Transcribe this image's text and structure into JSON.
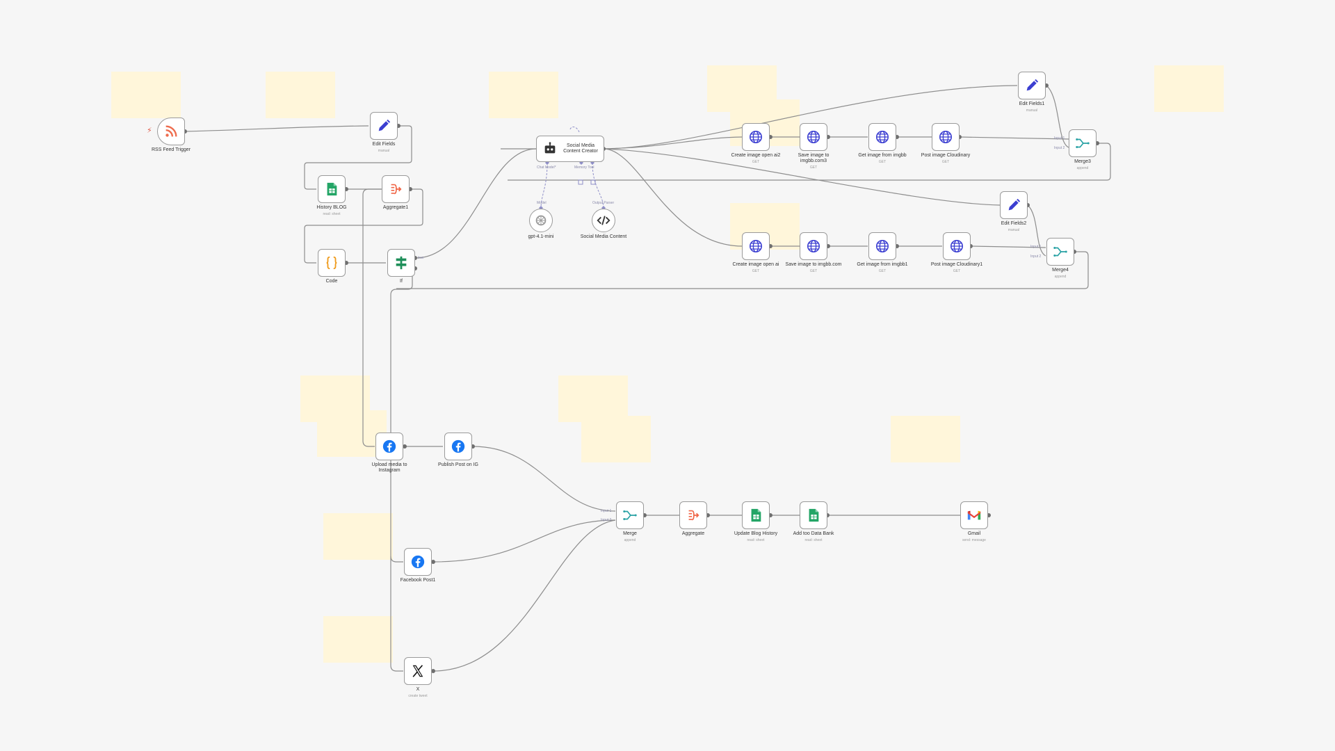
{
  "colors": {
    "canvas_bg": "#f6f6f6",
    "sticky": "#fff6da",
    "edge": "#8d8d8d",
    "ai_edge": "#8f8fc8"
  },
  "nodes": {
    "rss_trigger": {
      "label": "RSS Feed Trigger",
      "icon": "rss-icon"
    },
    "edit_fields": {
      "label": "Edit Fields",
      "sub": "manual",
      "icon": "pencil-icon"
    },
    "history_blog": {
      "label": "History BLOG",
      "sub": "read: sheet",
      "icon": "google-sheets-icon"
    },
    "aggregate1": {
      "label": "Aggregate1",
      "icon": "aggregate-icon"
    },
    "code": {
      "label": "Code",
      "icon": "braces-icon"
    },
    "if": {
      "label": "If",
      "icon": "if-icon"
    },
    "smcc": {
      "label": "Social Media Content Creator",
      "icon": "robot-icon"
    },
    "gpt": {
      "label": "gpt-4.1-mini",
      "icon": "openai-icon"
    },
    "smc": {
      "label": "Social Media Content",
      "icon": "code-icon"
    },
    "create_image_ai2": {
      "label": "Create image open ai2",
      "sub": "GET",
      "icon": "globe-icon"
    },
    "save_imgbb3": {
      "label": "Save image to imgbb.com3",
      "sub": "GET",
      "icon": "globe-icon"
    },
    "get_imgbb": {
      "label": "Get image from imgbb",
      "sub": "GET",
      "icon": "globe-icon"
    },
    "post_cloudinary": {
      "label": "Post image Cloudinary",
      "sub": "GET",
      "icon": "globe-icon"
    },
    "edit_fields1": {
      "label": "Edit Fields1",
      "sub": "manual",
      "icon": "pencil-icon"
    },
    "merge3": {
      "label": "Merge3",
      "sub": "append",
      "icon": "merge-icon"
    },
    "create_image_ai": {
      "label": "Create image open ai",
      "sub": "GET",
      "icon": "globe-icon"
    },
    "save_imgbb": {
      "label": "Save image to imgbb.com",
      "sub": "GET",
      "icon": "globe-icon"
    },
    "get_imgbb1": {
      "label": "Get image from imgbb1",
      "sub": "GET",
      "icon": "globe-icon"
    },
    "post_cloudinary1": {
      "label": "Post image Cloudinary1",
      "sub": "GET",
      "icon": "globe-icon"
    },
    "edit_fields2": {
      "label": "Edit Fields2",
      "sub": "manual",
      "icon": "pencil-icon"
    },
    "merge4": {
      "label": "Merge4",
      "sub": "append",
      "icon": "merge-icon"
    },
    "upload_ig": {
      "label": "Upload media to Instagram",
      "icon": "facebook-icon"
    },
    "publish_ig": {
      "label": "Publish Post on IG",
      "icon": "facebook-icon"
    },
    "facebook_post1": {
      "label": "Facebook Post1",
      "icon": "facebook-icon"
    },
    "x": {
      "label": "X",
      "sub": "create tweet",
      "icon": "x-icon"
    },
    "merge": {
      "label": "Merge",
      "sub": "append",
      "icon": "merge-icon"
    },
    "aggregate": {
      "label": "Aggregate",
      "icon": "aggregate-icon"
    },
    "update_blog": {
      "label": "Update Blog History",
      "sub": "read: sheet",
      "icon": "google-sheets-icon"
    },
    "add_data_bank": {
      "label": "Add too Data Bank",
      "sub": "read: sheet",
      "icon": "google-sheets-icon"
    },
    "gmail": {
      "label": "Gmail",
      "sub": "send: message",
      "icon": "gmail-icon"
    }
  },
  "ports": {
    "chat_model": "Chat Model*",
    "memory_tool": "Memory Tool",
    "output_parser": "Output Parser",
    "model": "Model",
    "input1": "Input 1",
    "input2": "Input 2",
    "true": "true"
  }
}
